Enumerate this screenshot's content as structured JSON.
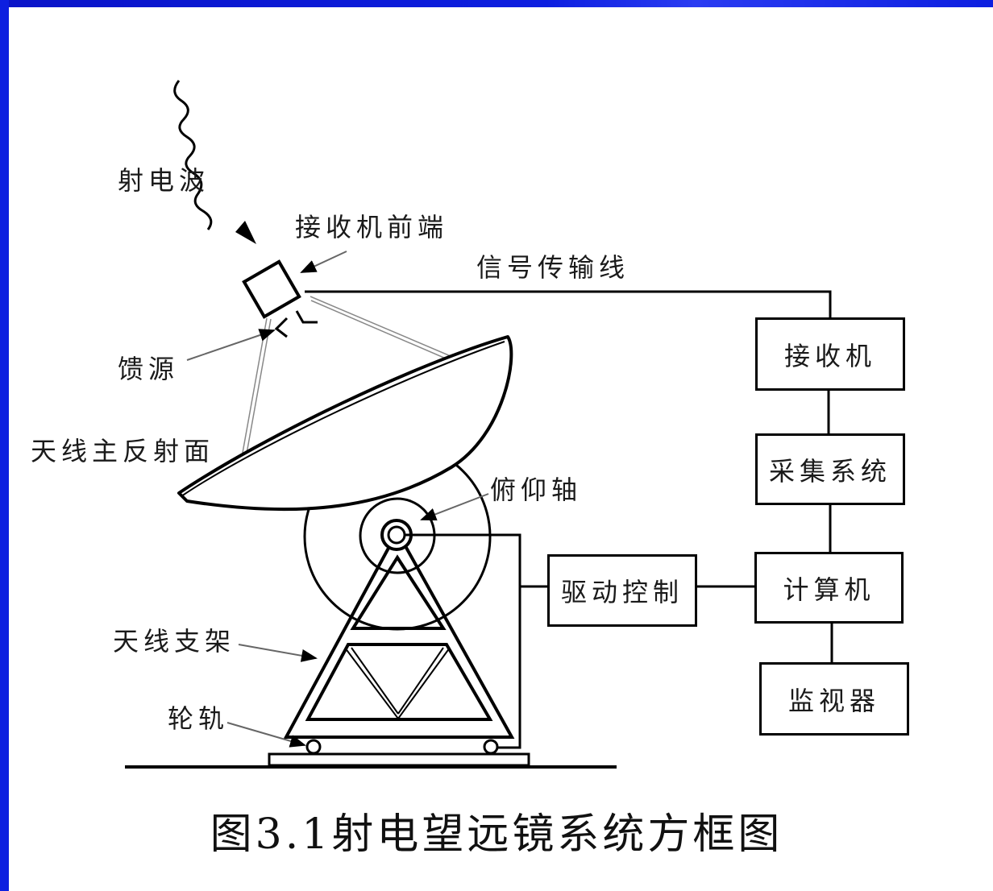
{
  "labels": {
    "radio_wave": "射电波",
    "receiver_front_end": "接收机前端",
    "signal_line": "信号传输线",
    "feed": "馈源",
    "main_reflector": "天线主反射面",
    "elevation_axis": "俯仰轴",
    "antenna_mount": "天线支架",
    "wheel_rail": "轮轨"
  },
  "blocks": {
    "receiver": "接收机",
    "acquisition": "采集系统",
    "computer": "计算机",
    "monitor": "监视器",
    "drive_control": "驱动控制"
  },
  "caption": "图3.1射电望远镜系统方框图",
  "colors": {
    "frame": "#0d1fe0",
    "line": "#000000",
    "text": "#1a1a1a"
  }
}
